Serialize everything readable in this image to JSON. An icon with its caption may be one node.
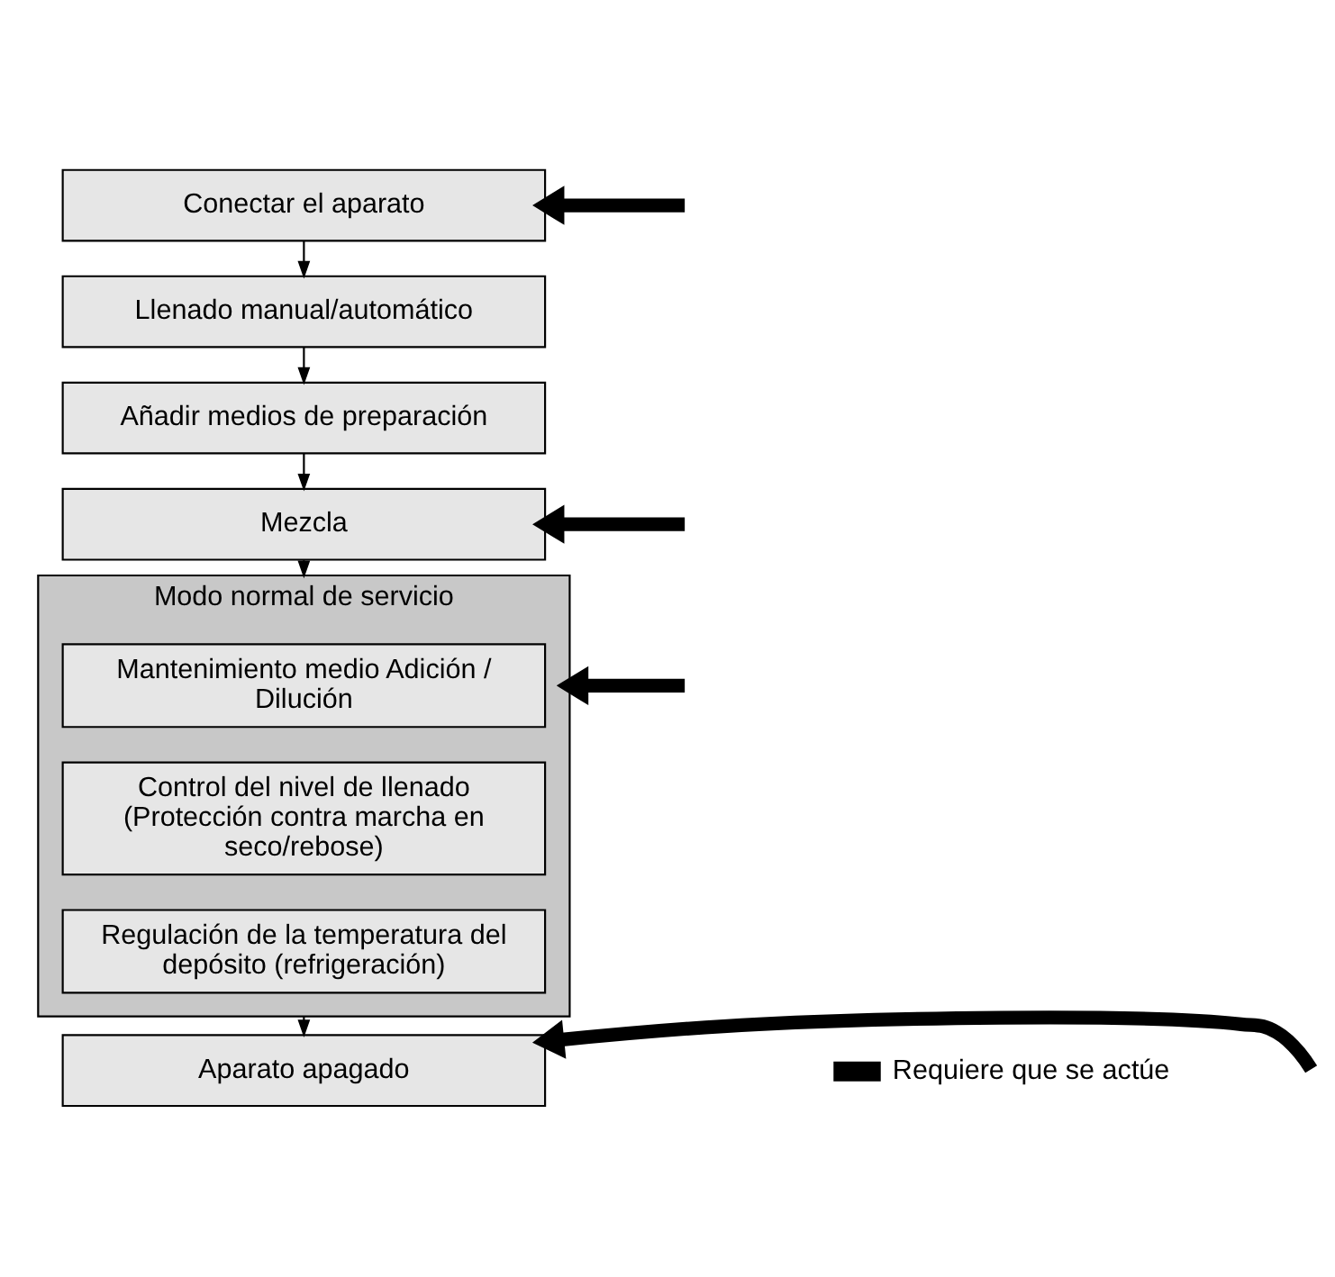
{
  "diagram": {
    "nodes": [
      {
        "text": [
          "Conectar el aparato"
        ]
      },
      {
        "text": [
          "Llenado manual/automático"
        ]
      },
      {
        "text": [
          "Añadir medios de preparación"
        ]
      },
      {
        "text": [
          "Mezcla"
        ]
      },
      {
        "text": [
          "Modo normal de servicio"
        ]
      },
      {
        "text": [
          "Mantenimiento medio Adición / Dilución"
        ],
        "in": 4
      },
      {
        "text": [
          "Control del nivel de llenado (Protección contra marcha en seco/rebose)"
        ],
        "in": 4
      },
      {
        "text": [
          "Regulación de la temperatura del depósito (refrigeración)"
        ],
        "in": 4
      },
      {
        "text": [
          "Aparato apagado"
        ]
      }
    ],
    "edges": [
      {
        "from": 0,
        "to": 1,
        "arrow": "to"
      },
      {
        "from": 1,
        "to": 2,
        "arrow": "to"
      },
      {
        "from": 2,
        "to": 3,
        "arrow": "to"
      },
      {
        "from": 3,
        "to": 4,
        "arrow": "to"
      },
      {
        "from": 4,
        "to": 8,
        "arrow": "to"
      },
      {
        "from": null,
        "to": 0,
        "arrow": "to",
        "style": "thick"
      },
      {
        "from": null,
        "to": 3,
        "arrow": "to",
        "style": "thick"
      },
      {
        "from": null,
        "to": 4,
        "arrow": "to",
        "style": "thick"
      },
      {
        "from": null,
        "to": 8,
        "arrow": "to",
        "style": "thick"
      }
    ],
    "legend": [
      {
        "text": "Requiere que se actúe"
      }
    ]
  }
}
